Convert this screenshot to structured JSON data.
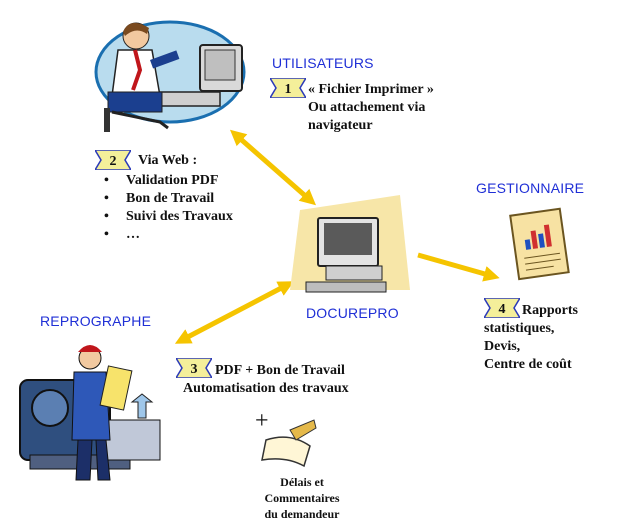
{
  "labels": {
    "users": "UTILISATEURS",
    "manager": "GESTIONNAIRE",
    "repro": "REPROGRAPHE",
    "center": "DOCUREPRO"
  },
  "steps": [
    {
      "num": "1",
      "lines": [
        "« Fichier  Imprimer »",
        "Ou attachement via",
        "navigateur"
      ]
    },
    {
      "num": "2",
      "title": "Via Web :",
      "items": [
        "Validation PDF",
        "Bon de Travail",
        "Suivi des Travaux",
        "…"
      ]
    },
    {
      "num": "3",
      "lines": [
        "PDF + Bon de Travail",
        "Automatisation des travaux"
      ]
    },
    {
      "num": "4",
      "lines": [
        "Rapports",
        "statistiques,",
        "Devis,",
        "Centre de coût"
      ]
    }
  ],
  "notes": {
    "plus": "+",
    "line1": "Délais et Commentaires",
    "line2": "du demandeur"
  },
  "colors": {
    "label_blue": "#1f2fd6",
    "arrow_yellow": "#f5c400",
    "badge_fill": "#f4ef9a",
    "badge_blue": "#2b3ab8"
  }
}
